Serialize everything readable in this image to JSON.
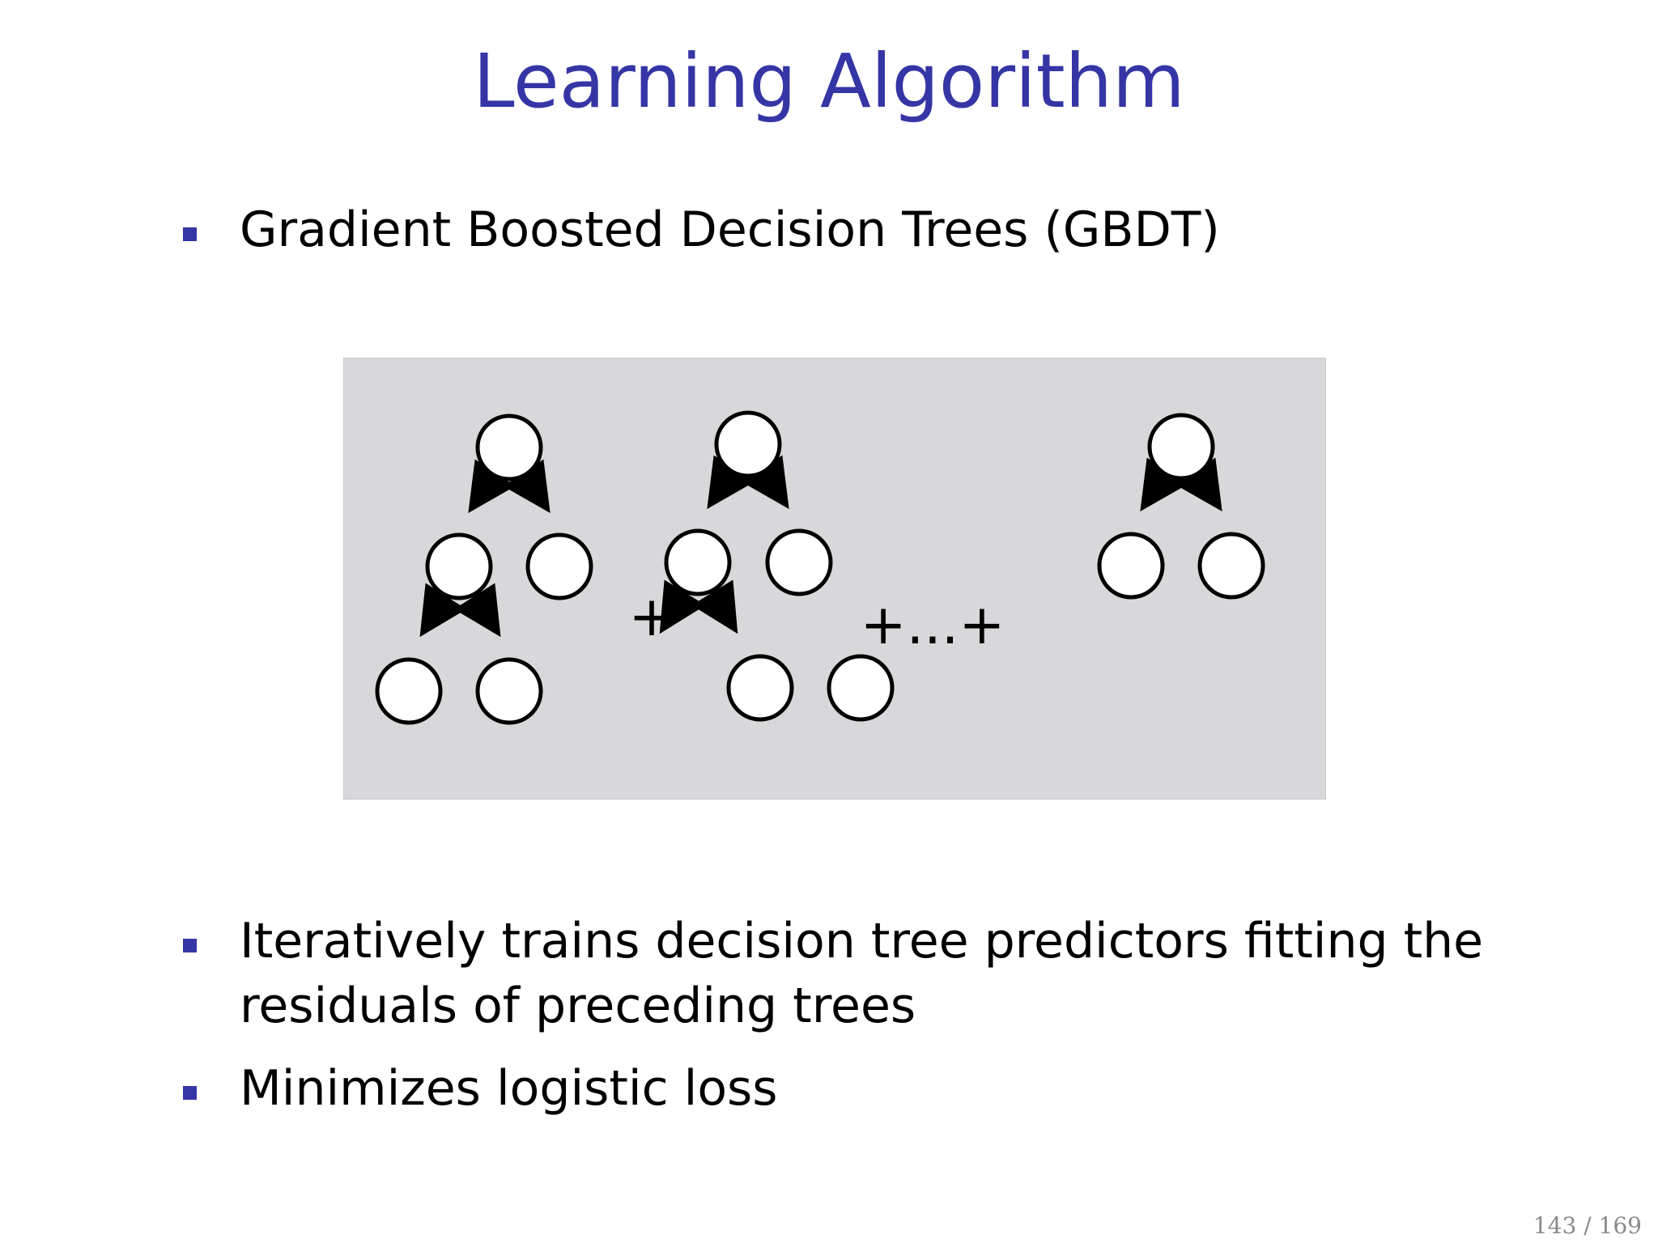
{
  "slide": {
    "title": "Learning Algorithm",
    "bullets": [
      {
        "line1": "Gradient Boosted Decision Trees (GBDT)"
      },
      {
        "line1": "Iteratively trains decision tree predictors fitting the",
        "line2": "residuals of preceding trees"
      },
      {
        "line1": "Minimizes logistic loss"
      }
    ],
    "figure": {
      "plus_label": "+",
      "ellipsis_label": "+...+"
    },
    "page_number": "143 / 169"
  },
  "colors": {
    "title": "#3535a6",
    "bullet": "#3535a6",
    "figure_background": "#d8d7da",
    "page_number": "#8a8a8a"
  }
}
